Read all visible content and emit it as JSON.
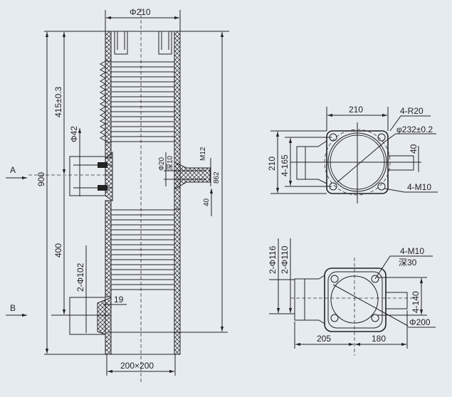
{
  "front_view": {
    "top_diameter": "Φ210",
    "height_415": "415±0.3",
    "height_total": "900",
    "height_400": "400",
    "port_a_diameter": "Φ42",
    "port_a_label": "A",
    "port_b_label": "B",
    "hole_diameter": "Φ20",
    "hole_depth": "深10",
    "thread": "M12",
    "right_height": "862",
    "right_offset": "40",
    "port_b_diameter": "2-Φ102",
    "wall_thickness": "19",
    "base_size": "200×200"
  },
  "top_view_a": {
    "width": "210",
    "corner_radius": "4-R20",
    "bolt_circle": "φ232±0.2",
    "height": "210",
    "hole_spacing": "4-165",
    "stub_offset": "40",
    "bolt_thread": "4-M10"
  },
  "top_view_b": {
    "outer_diameter": "2-Φ116",
    "inner_diameter": "2-Φ110",
    "bolt_thread": "4-M10",
    "bolt_depth": "深30",
    "hole_spacing": "4-140",
    "circle_diameter": "Φ200",
    "left_length": "205",
    "right_length": "180"
  }
}
